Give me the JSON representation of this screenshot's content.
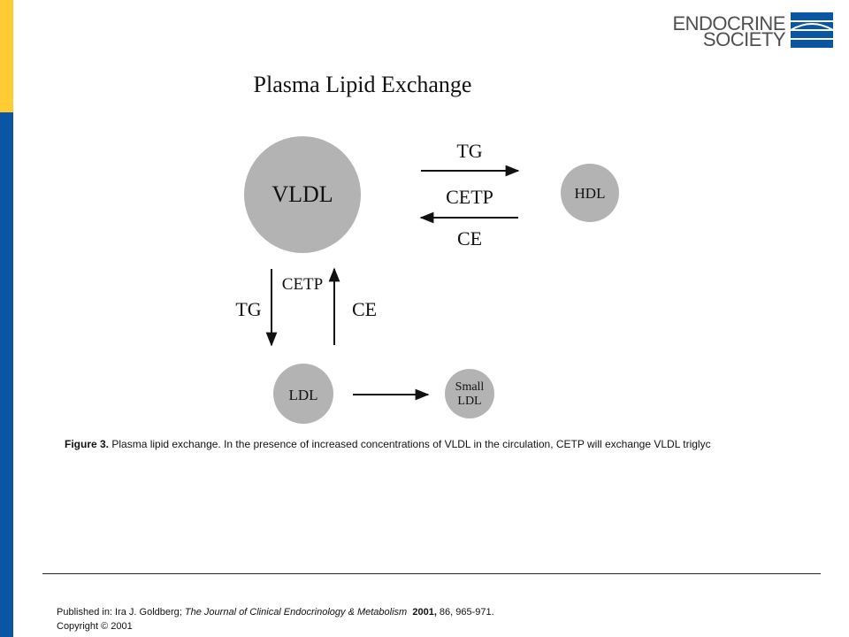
{
  "logo": {
    "line1": "ENDOCRINE",
    "line2": "SOCIETY",
    "icon": "endocrine-society-logo-icon",
    "color": "#0b56a4"
  },
  "diagram": {
    "title": "Plasma Lipid Exchange",
    "nodes": {
      "vldl": "VLDL",
      "hdl": "HDL",
      "ldl": "LDL",
      "small_ldl_1": "Small",
      "small_ldl_2": "LDL"
    },
    "labels": {
      "tg_right": "TG",
      "cetp_horizontal": "CETP",
      "ce_left": "CE",
      "cetp_vertical": "CETP",
      "tg_down": "TG",
      "ce_up": "CE"
    },
    "node_color": "#b3b3b3"
  },
  "caption": {
    "label": "Figure 3.",
    "text": " Plasma lipid exchange. In the presence of increased concentrations of VLDL in the circulation, CETP will exchange VLDL triglyc"
  },
  "footer": {
    "published_prefix": "Published in: Ira  J. Goldberg; ",
    "journal": "The Journal of Clinical Endocrinology  & Metabolism",
    "year": "2001,",
    "citation": " 86, 965-971.",
    "copyright": "Copyright © 2001"
  },
  "colors": {
    "sidebar_yellow": "#ffcc33",
    "sidebar_blue": "#0b56a4"
  }
}
